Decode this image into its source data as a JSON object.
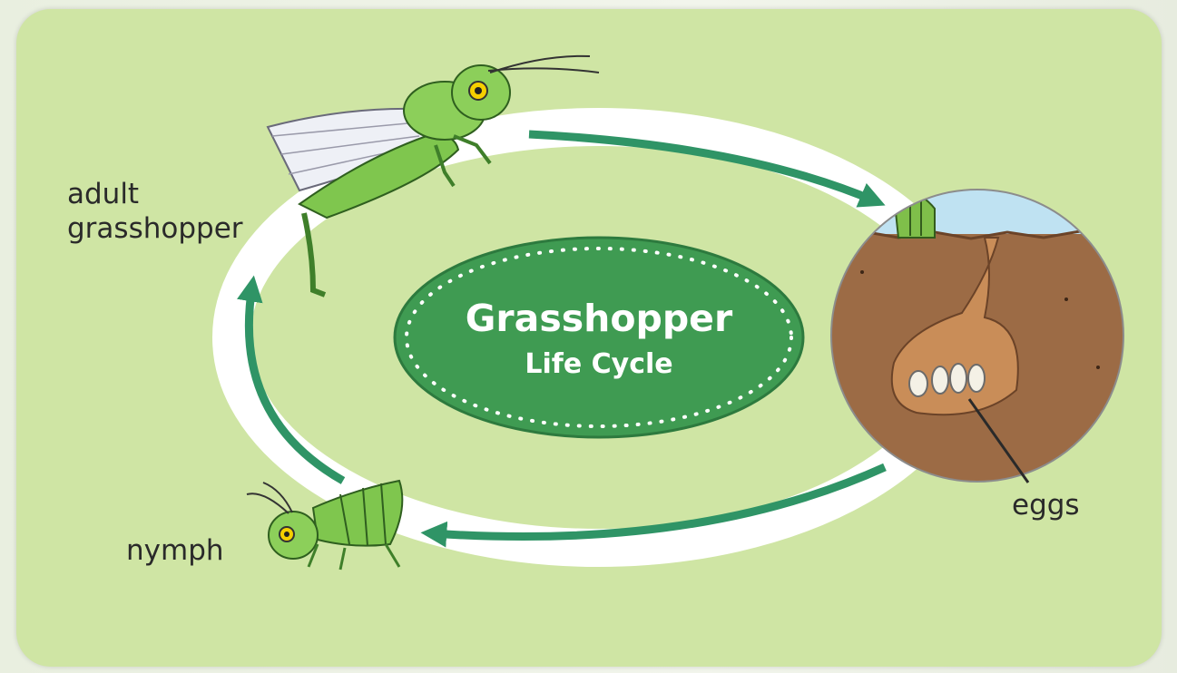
{
  "diagram": {
    "title": "Grasshopper",
    "subtitle": "Life Cycle",
    "stages": {
      "adult": "adult\ngrasshopper",
      "eggs": "eggs",
      "nymph": "nymph"
    }
  },
  "colors": {
    "panel": "#cfe5a4",
    "ring": "#ffffff",
    "arrow": "#2f9466",
    "center_oval": "#3f9b52",
    "soil": "#9c6b45",
    "sky": "#bfe2f2"
  }
}
